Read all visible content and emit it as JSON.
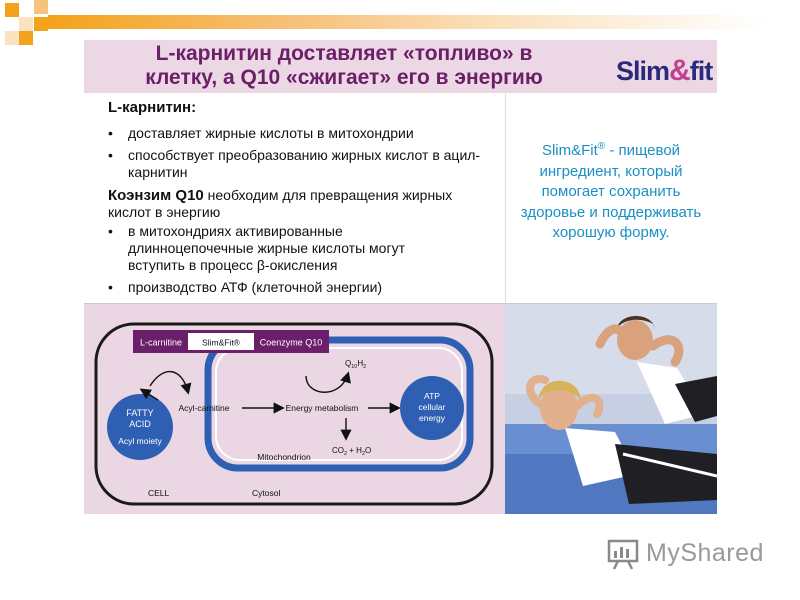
{
  "slide": {
    "title_line1": "L-карнитин доставляет «топливо» в",
    "title_line2": "клетку, а Q10 «сжигает» его в энергию",
    "logo_text": "Slim",
    "logo_suffix": "fit",
    "lcarnitine_heading": "L-карнитин:",
    "bullets_lc": [
      "доставляет жирные кислоты в митохондрии",
      "способствует преобразованию жирных кислот в ацил-карнитин"
    ],
    "coq10_bold": "Коэнзим Q10",
    "coq10_rest": " необходим для превращения жирных кислот в энергию",
    "bullets_q10": [
      "в митохондриях активированные длинноцепочечные жирные кислоты могут вступить в процесс β-окисления",
      "производство АТФ (клеточной энергии)"
    ],
    "side_brand": "Slim&Fit",
    "side_reg": "®",
    "side_text": " - пищевой ингредиент, который помогает сохранить здоровье и поддерживать хорошую форму."
  },
  "diagram": {
    "box_left": "L-carnitine",
    "box_mid": "Slim&Fit®",
    "box_right": "Coenzyme Q10",
    "fatty_acid_1": "FATTY",
    "fatty_acid_2": "ACID",
    "acyl_moiety": "Acyl moiety",
    "acyl_carnitine": "Acyl-carnitine",
    "energy_metabolism": "Energy metabolism",
    "q10h2": "Q",
    "q10h2_sub": "10",
    "q10h2_h": "H",
    "q10h2_sub2": "2",
    "atp1": "ATP",
    "atp2": "cellular",
    "atp3": "energy",
    "co2": "CO",
    "co2_sub": "2",
    "plus": " + H",
    "h2o_sub": "2",
    "o": "O",
    "mitochondrion": "Mitochondrion",
    "cell": "CELL",
    "cytosol": "Cytosol"
  },
  "footer": {
    "brand": "MyShared"
  },
  "colors": {
    "title": "#6a1f67",
    "title_band": "#ecd7e5",
    "side_text": "#1a8fc4",
    "diagram_bg": "#ead7e3",
    "diagram_blue": "#2f5fb3",
    "diagram_purple": "#6b1f6b",
    "accent_orange": "#f4a21b"
  }
}
